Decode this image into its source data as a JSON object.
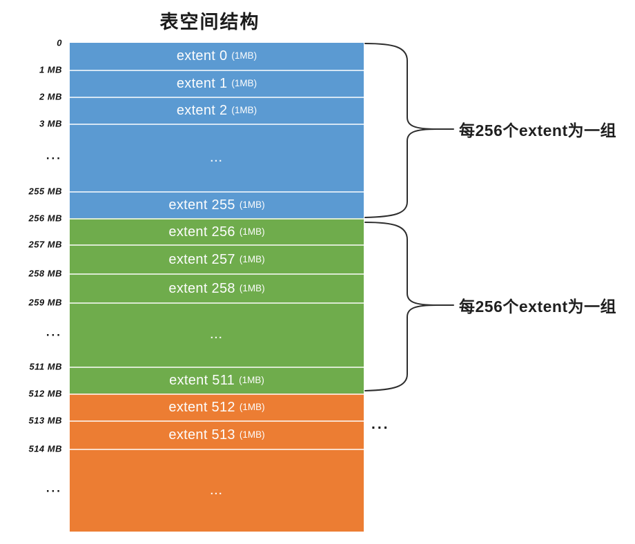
{
  "title": "表空间结构",
  "axis": {
    "labels": [
      "0",
      "1 MB",
      "2 MB",
      "3 MB",
      "...",
      "255 MB",
      "256 MB",
      "257 MB",
      "258 MB",
      "259 MB",
      "...",
      "511 MB",
      "512 MB",
      "513 MB",
      "514 MB",
      "..."
    ]
  },
  "column": {
    "sections": [
      {
        "name": "extent-group-0-255",
        "color": "#5b9ad2",
        "rows": [
          {
            "label": "extent 0",
            "size": "(1MB)"
          },
          {
            "label": "extent 1",
            "size": "(1MB)"
          },
          {
            "label": "extent 2",
            "size": "(1MB)"
          },
          {
            "label": "..."
          },
          {
            "label": "extent 255",
            "size": "(1MB)"
          }
        ]
      },
      {
        "name": "extent-group-256-511",
        "color": "#6fac4c",
        "rows": [
          {
            "label": "extent 256",
            "size": "(1MB)"
          },
          {
            "label": "extent 257",
            "size": "(1MB)"
          },
          {
            "label": "extent 258",
            "size": "(1MB)"
          },
          {
            "label": "..."
          },
          {
            "label": "extent 511",
            "size": "(1MB)"
          }
        ]
      },
      {
        "name": "extent-group-512-plus",
        "color": "#ec7d33",
        "rows": [
          {
            "label": "extent 512",
            "size": "(1MB)"
          },
          {
            "label": "extent 513",
            "size": "(1MB)"
          },
          {
            "label": "..."
          }
        ]
      }
    ]
  },
  "annotations": [
    "每256个extent为一组",
    "每256个extent为一组"
  ],
  "right_ellipsis": "..."
}
